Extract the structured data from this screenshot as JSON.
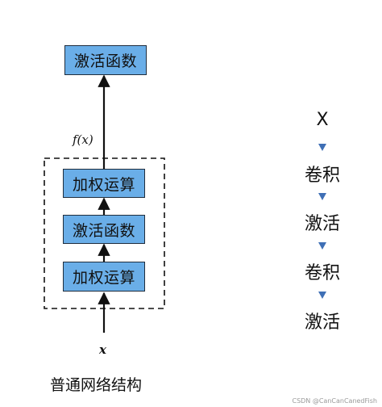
{
  "left": {
    "top_box": "激活函数",
    "output_label": "f(x)",
    "layer_boxes": [
      "加权运算",
      "激活函数",
      "加权运算"
    ],
    "input_label": "x",
    "caption": "普通网络结构"
  },
  "right": {
    "items": [
      "X",
      "卷积",
      "激活",
      "卷积",
      "激活"
    ]
  },
  "watermark": "CSDN @CanCanCanedFish",
  "colors": {
    "box_fill": "#6aaee8",
    "box_border": "#1f2d3d",
    "arrow_right": "#3f6fb5"
  }
}
